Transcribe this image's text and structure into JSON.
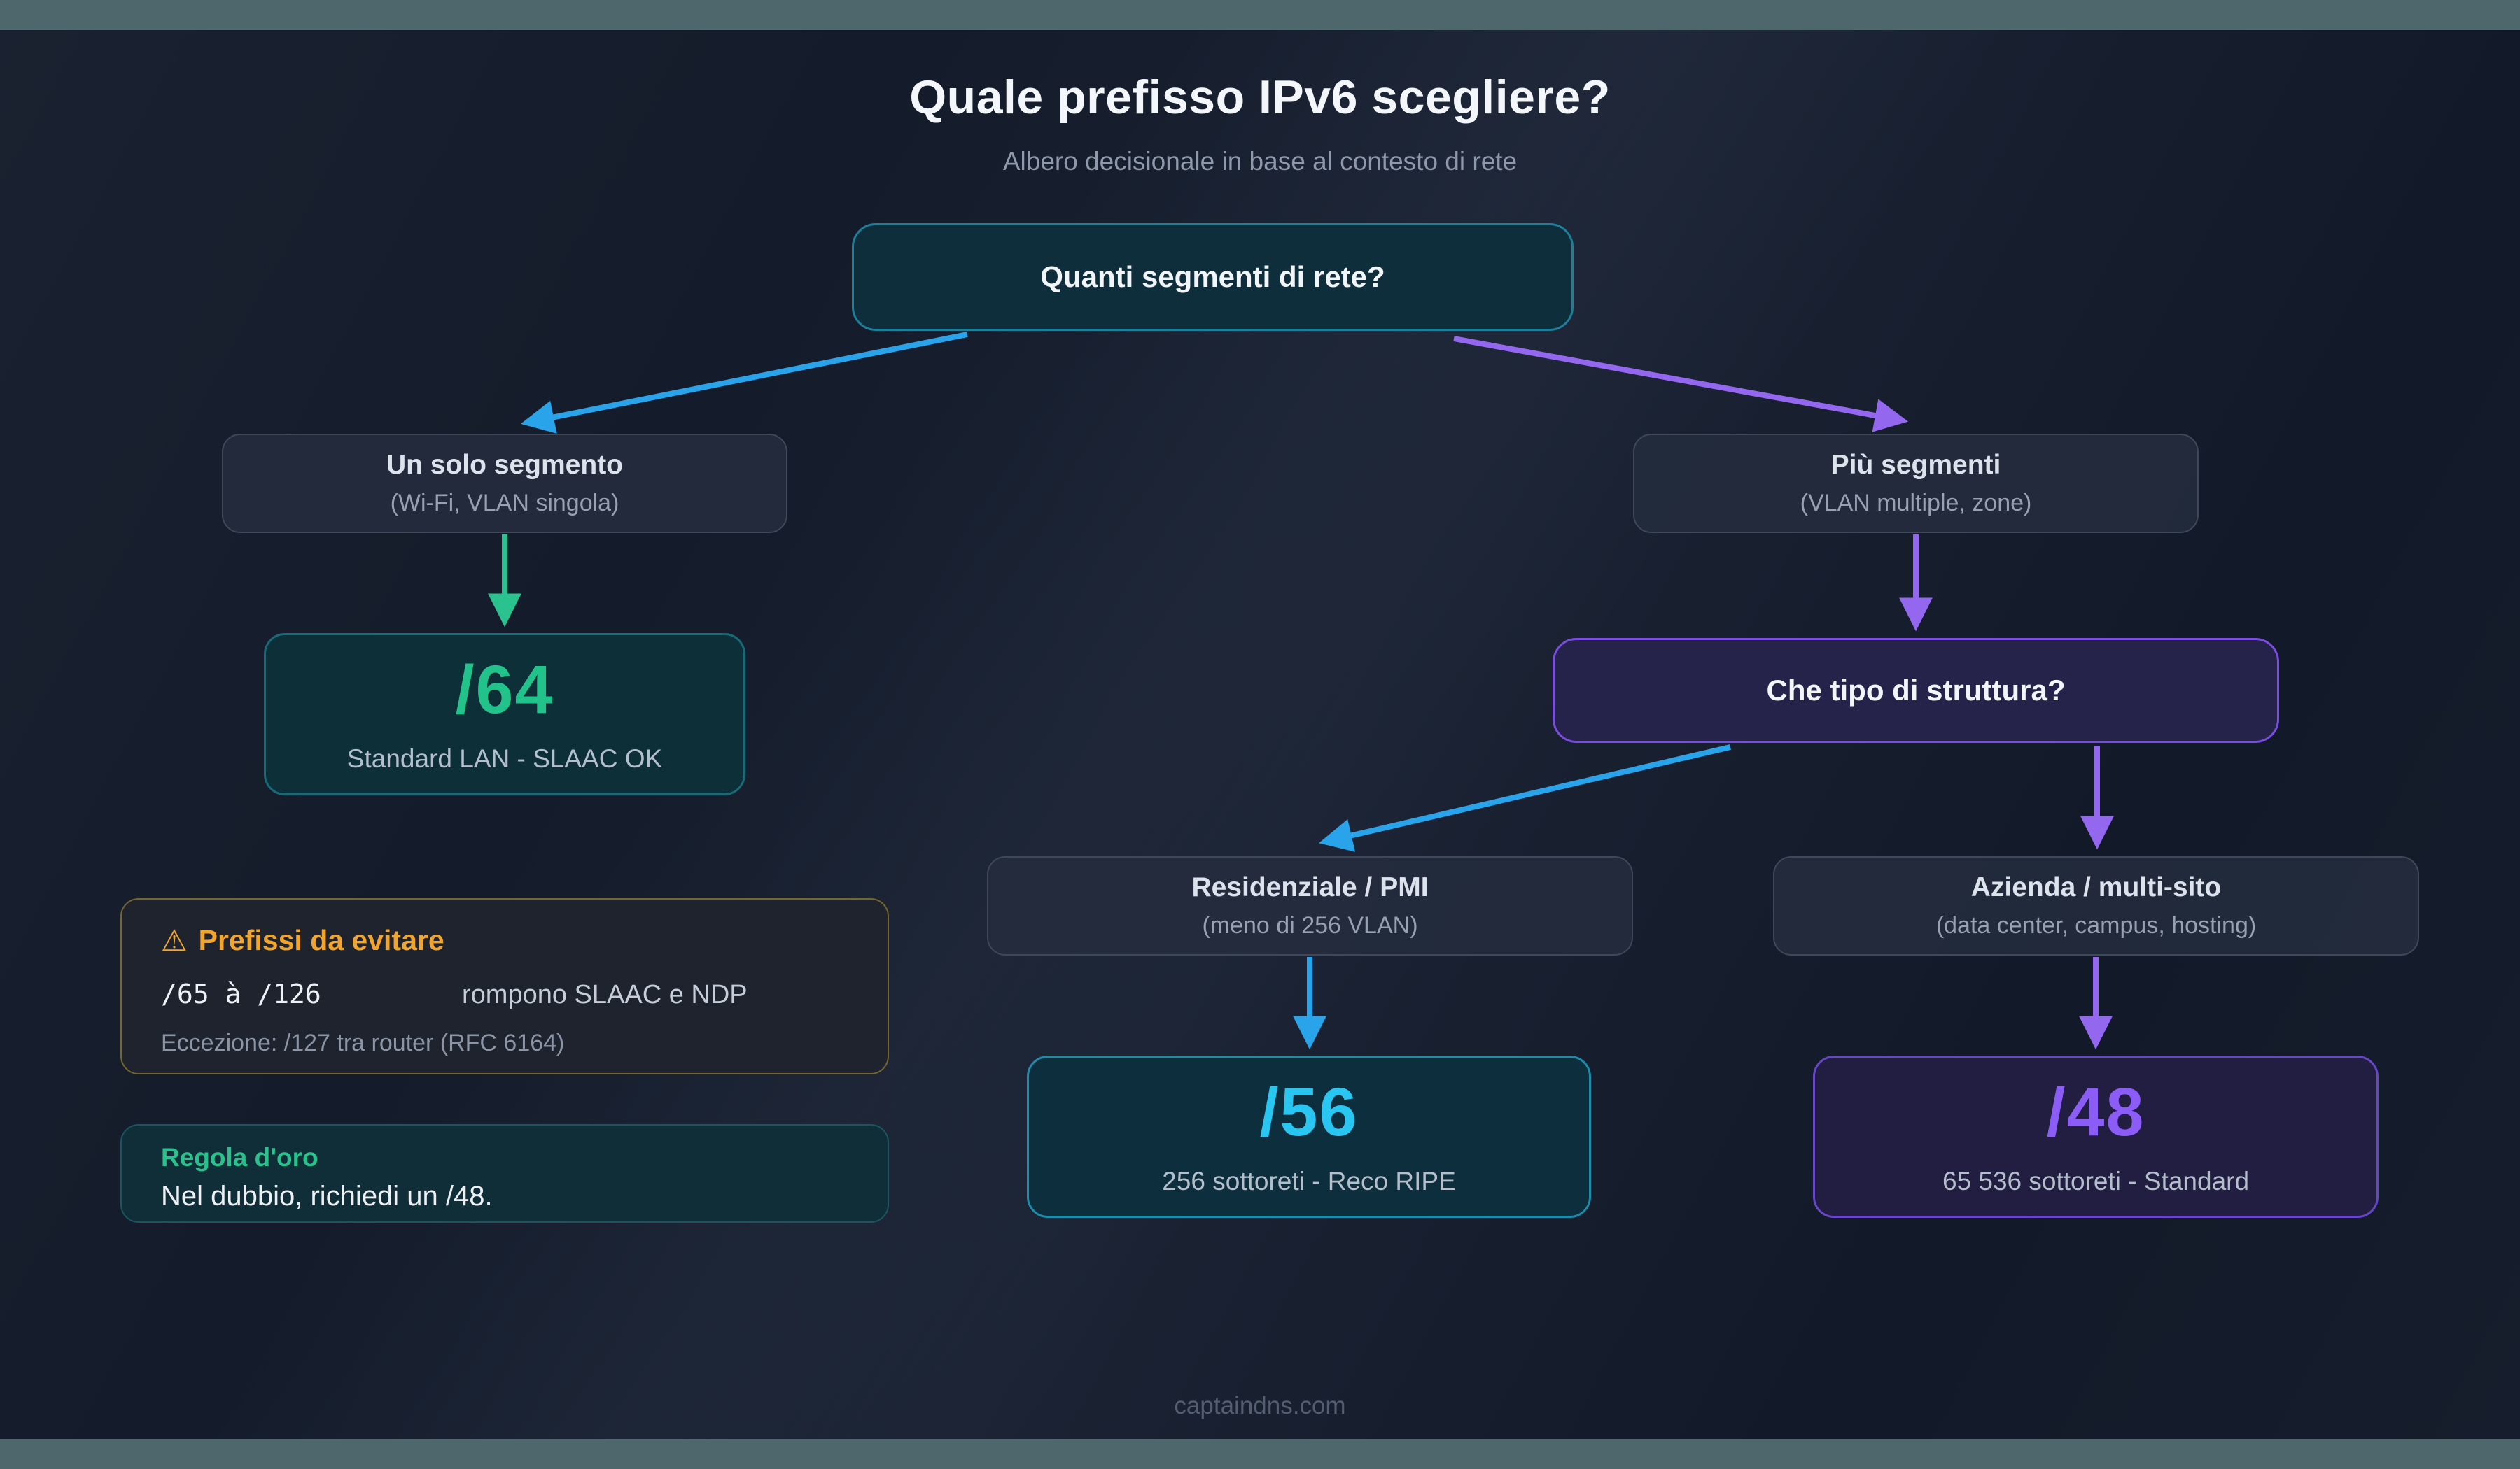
{
  "header": {
    "title": "Quale prefisso IPv6 scegliere?",
    "subtitle": "Albero decisionale in base al contesto di rete"
  },
  "nodes": {
    "root": {
      "label": "Quanti segmenti di rete?"
    },
    "single": {
      "label": "Un solo segmento",
      "sublabel": "(Wi-Fi, VLAN singola)"
    },
    "multi": {
      "label": "Più segmenti",
      "sublabel": "(VLAN multiple, zone)"
    },
    "result64": {
      "value": "/64",
      "caption": "Standard LAN - SLAAC OK"
    },
    "structure": {
      "label": "Che tipo di struttura?"
    },
    "residential": {
      "label": "Residenziale / PMI",
      "sublabel": "(meno di 256 VLAN)"
    },
    "enterprise": {
      "label": "Azienda / multi-sito",
      "sublabel": "(data center, campus, hosting)"
    },
    "result56": {
      "value": "/56",
      "caption": "256 sottoreti - Reco RIPE"
    },
    "result48": {
      "value": "/48",
      "caption": "65 536 sottoreti - Standard"
    }
  },
  "warning_box": {
    "icon": "⚠",
    "title": "Prefissi da evitare",
    "range": "/65 à /126",
    "note": "rompono SLAAC e NDP",
    "exception": "Eccezione: /127 tra router (RFC 6164)"
  },
  "golden_rule": {
    "title": "Regola d'oro",
    "text": "Nel dubbio, richiedi un /48."
  },
  "footer": {
    "text": "captaindns.com"
  },
  "palette": {
    "edge_blue": "#29a4ea",
    "edge_purple": "#9467ef",
    "edge_green": "#2ac28e",
    "accent_green": "#22c38b",
    "accent_cyan": "#29c6f2",
    "accent_purple": "#8b5cf6",
    "accent_orange": "#f2a52c",
    "top_bottom_bar": "#4d676d"
  }
}
